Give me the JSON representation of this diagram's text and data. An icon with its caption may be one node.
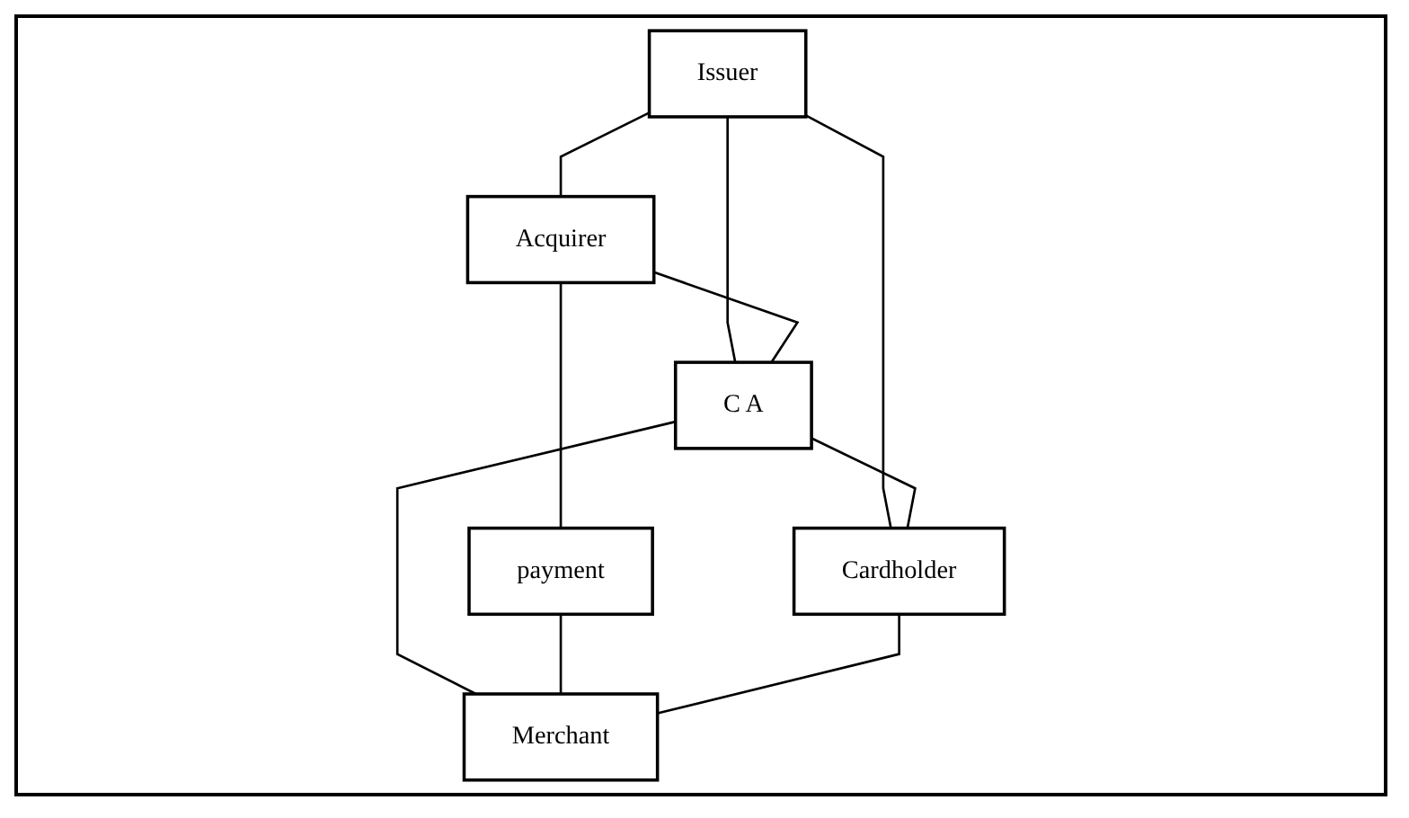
{
  "diagram": {
    "nodes": [
      {
        "text": [
          "Issuer"
        ]
      },
      {
        "text": [
          "Acquirer"
        ]
      },
      {
        "text": [
          "C A"
        ]
      },
      {
        "text": [
          "payment"
        ]
      },
      {
        "text": [
          "Cardholder"
        ]
      },
      {
        "text": [
          "Merchant"
        ]
      }
    ],
    "edges": [
      {
        "from": 0,
        "to": 1,
        "arrow": "none"
      },
      {
        "from": 0,
        "to": 2,
        "arrow": "none"
      },
      {
        "from": 1,
        "to": 2,
        "arrow": "none"
      },
      {
        "from": 0,
        "to": 4,
        "arrow": "none"
      },
      {
        "from": 1,
        "to": 3,
        "arrow": "none"
      },
      {
        "from": 2,
        "to": 4,
        "arrow": "none"
      },
      {
        "from": 2,
        "to": 5,
        "arrow": "none"
      },
      {
        "from": 3,
        "to": 5,
        "arrow": "none"
      },
      {
        "from": 4,
        "to": 5,
        "arrow": "none"
      }
    ]
  }
}
